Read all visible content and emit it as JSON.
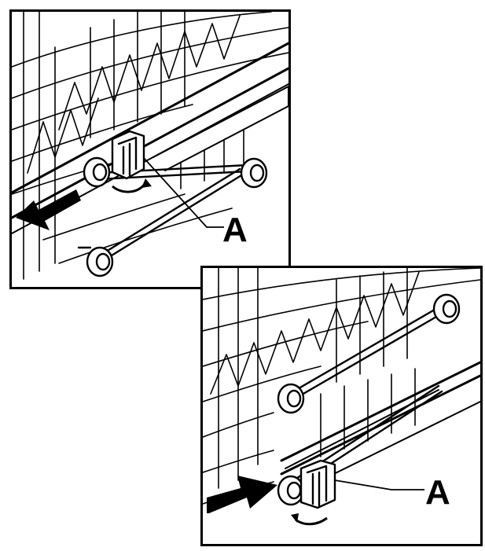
{
  "figure": {
    "panels": [
      {
        "id": "remove",
        "callout_label": "A",
        "arrow_direction": "left",
        "rotation_arrow": "counter-clockwise"
      },
      {
        "id": "install",
        "callout_label": "A",
        "arrow_direction": "right",
        "rotation_arrow": "clockwise"
      }
    ]
  }
}
